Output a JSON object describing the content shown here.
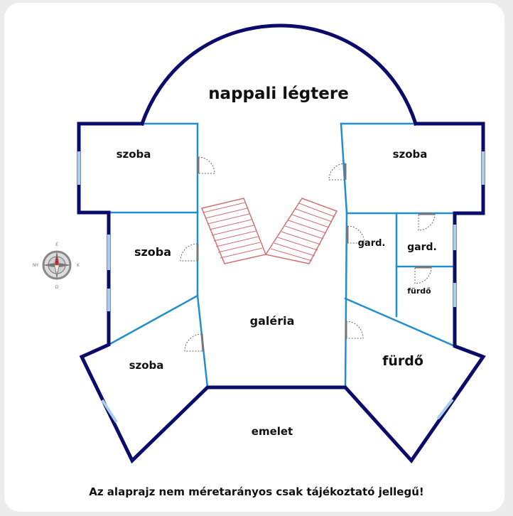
{
  "colors": {
    "outer_wall": "#0b0b6b",
    "inner_wall": "#1f8fcf",
    "window": "#a9cfe6",
    "stair": "#d07070",
    "door_arc": "#666666",
    "compass_needle": "#c0282e"
  },
  "rooms": {
    "air_space": "nappali légtere",
    "room_top_left": "szoba",
    "room_top_right": "szoba",
    "room_mid_left": "szoba",
    "room_bottom_left": "szoba",
    "wardrobe_1": "gard.",
    "wardrobe_2": "gard.",
    "bathroom_small": "fürdő",
    "bathroom_large": "fürdő",
    "gallery": "galéria",
    "floor": "emelet"
  },
  "compass": {
    "north": "É",
    "south": "D",
    "west": "NY",
    "east": "K"
  },
  "disclaimer": "Az alaprajz nem méretarányos csak tájékoztató jellegű!"
}
